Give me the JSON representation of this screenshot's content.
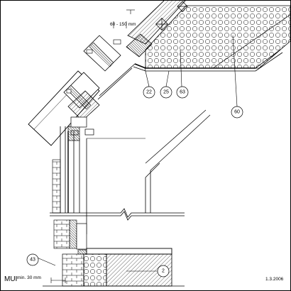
{
  "annotations": {
    "dimension_top": "60 - 150 mm",
    "dimension_bottom": "min. 30 mm",
    "logo": "MUI",
    "date": "1.3.2006"
  },
  "callouts": [
    {
      "label": "22"
    },
    {
      "label": "25"
    },
    {
      "label": "63"
    },
    {
      "label": "60"
    },
    {
      "label": "43"
    },
    {
      "label": "2"
    }
  ]
}
